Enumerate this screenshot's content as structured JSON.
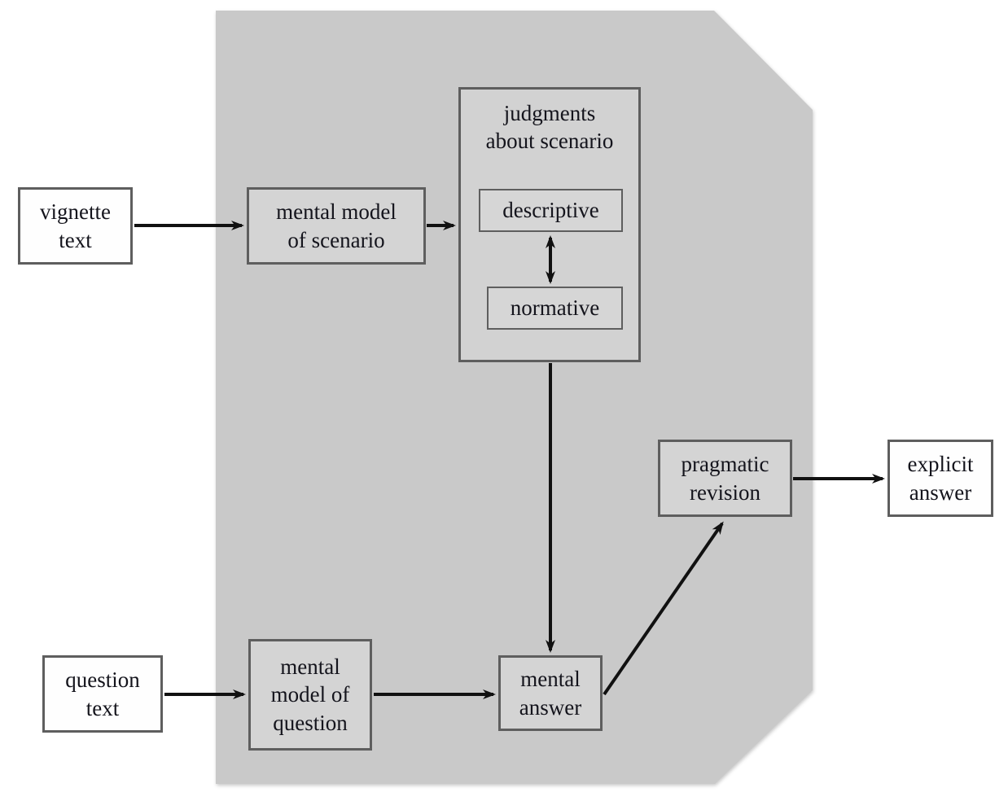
{
  "diagram": {
    "kind": "flowchart",
    "nodes": {
      "vignette_text": {
        "label": "vignette\ntext",
        "fill": "white",
        "region": "outside-panel"
      },
      "mental_model_scenario": {
        "label": "mental model\nof scenario",
        "fill": "gray",
        "region": "inside-panel"
      },
      "judgments": {
        "label": "judgments\nabout scenario",
        "fill": "gray",
        "region": "inside-panel"
      },
      "descriptive": {
        "label": "descriptive",
        "fill": "gray",
        "region": "inside-judgments"
      },
      "normative": {
        "label": "normative",
        "fill": "gray",
        "region": "inside-judgments"
      },
      "question_text": {
        "label": "question\ntext",
        "fill": "white",
        "region": "outside-panel"
      },
      "mental_model_question": {
        "label": "mental\nmodel of\nquestion",
        "fill": "gray",
        "region": "inside-panel"
      },
      "mental_answer": {
        "label": "mental\nanswer",
        "fill": "gray",
        "region": "inside-panel"
      },
      "pragmatic_revision": {
        "label": "pragmatic\nrevision",
        "fill": "gray",
        "region": "inside-panel"
      },
      "explicit_answer": {
        "label": "explicit\nanswer",
        "fill": "white",
        "region": "outside-panel"
      }
    },
    "edges": [
      {
        "from": "vignette_text",
        "to": "mental_model_scenario",
        "arrow": "single"
      },
      {
        "from": "mental_model_scenario",
        "to": "judgments",
        "arrow": "single"
      },
      {
        "from": "descriptive",
        "to": "normative",
        "arrow": "double"
      },
      {
        "from": "judgments",
        "to": "mental_answer",
        "arrow": "single"
      },
      {
        "from": "question_text",
        "to": "mental_model_question",
        "arrow": "single"
      },
      {
        "from": "mental_model_question",
        "to": "mental_answer",
        "arrow": "single"
      },
      {
        "from": "mental_answer",
        "to": "pragmatic_revision",
        "arrow": "single"
      },
      {
        "from": "pragmatic_revision",
        "to": "explicit_answer",
        "arrow": "single"
      }
    ],
    "colors": {
      "page_background": "#ffffff",
      "panel_fill": "#c9c9c9",
      "gray_box_fill": "#d4d4d4",
      "white_box_fill": "#fefefe",
      "box_border": "#5e5e5e",
      "arrow": "#111111",
      "text": "#14141c"
    }
  }
}
